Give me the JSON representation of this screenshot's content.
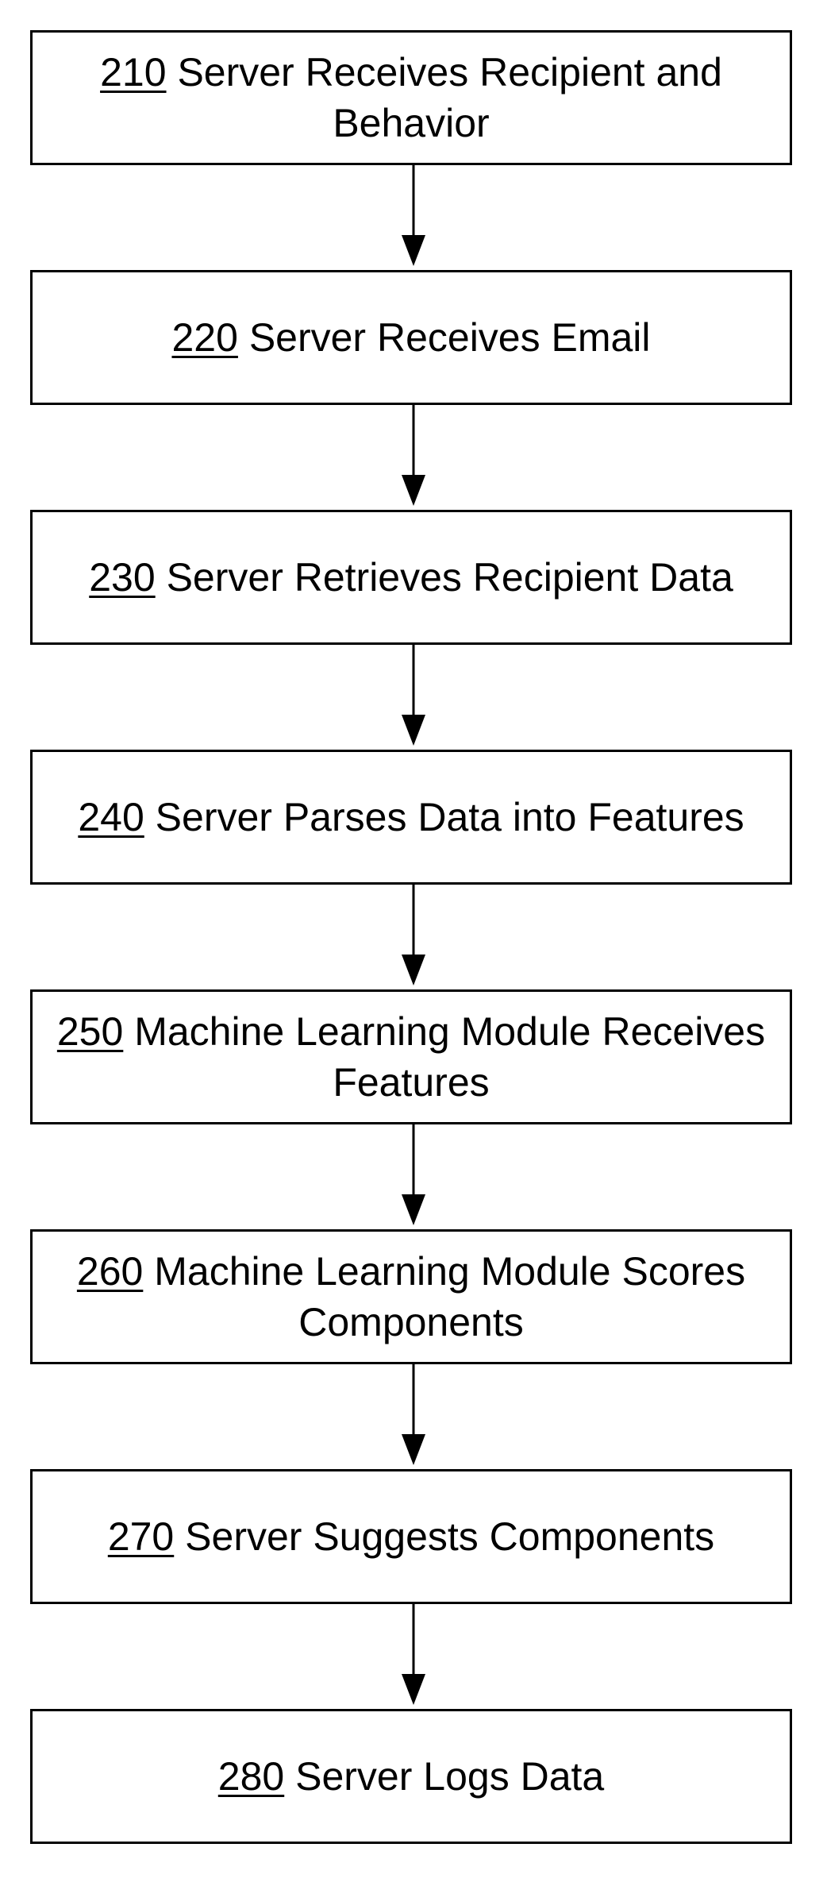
{
  "steps": [
    {
      "number": "210",
      "label": "Server Receives Recipient and Behavior"
    },
    {
      "number": "220",
      "label": "Server Receives Email"
    },
    {
      "number": "230",
      "label": "Server Retrieves Recipient Data"
    },
    {
      "number": "240",
      "label": "Server Parses Data into Features"
    },
    {
      "number": "250",
      "label": "Machine Learning Module Receives Features"
    },
    {
      "number": "260",
      "label": "Machine Learning Module Scores Components"
    },
    {
      "number": "270",
      "label": "Server Suggests Components"
    },
    {
      "number": "280",
      "label": "Server Logs Data"
    }
  ]
}
